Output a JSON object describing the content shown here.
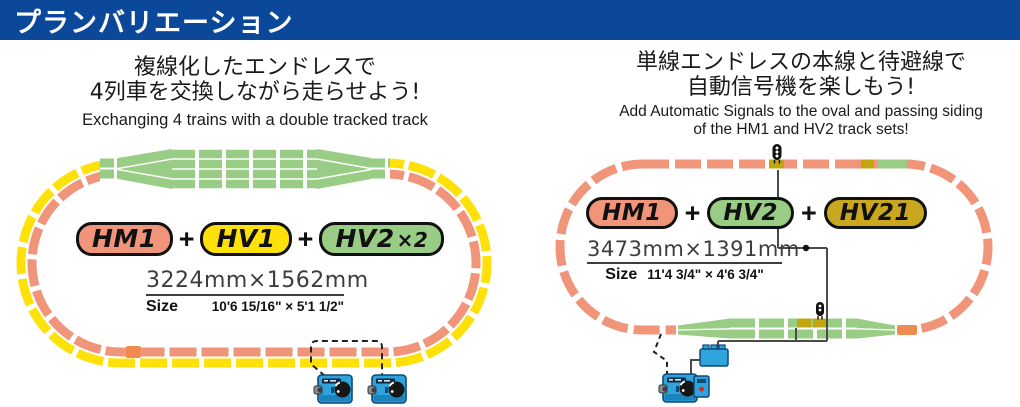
{
  "header": {
    "title": "プランバリエーション"
  },
  "left_plan": {
    "title_jp_line1": "複線化したエンドレスで",
    "title_jp_line2": "4列車を交換しながら走らせよう!",
    "title_en": "Exchanging 4 trains with a double tracked track",
    "plus": "+",
    "badges": [
      {
        "label": "HM1",
        "color": "#F0947A"
      },
      {
        "label": "HV1",
        "color": "#FFE10A"
      },
      {
        "label": "HV2",
        "color": "#99CC84",
        "multiplier": "×2"
      }
    ],
    "size_mm": "3224mm×1562mm",
    "size_label": "Size",
    "size_imperial": "10'6 15/16\" × 5'1 1/2\""
  },
  "right_plan": {
    "title_jp_line1": "単線エンドレスの本線と待避線で",
    "title_jp_line2": "自動信号機を楽しもう!",
    "title_en_line1": "Add Automatic Signals to the oval and passing siding",
    "title_en_line2": "of the HM1 and HV2 track sets!",
    "plus": "+",
    "badges": [
      {
        "label": "HM1",
        "color": "#F0947A"
      },
      {
        "label": "HV2",
        "color": "#99CC84"
      },
      {
        "label": "HV21",
        "color": "#C9A81F"
      }
    ],
    "size_mm": "3473mm×1391mm",
    "size_label": "Size",
    "size_imperial": "11'4 3/4\" × 4'6 3/4\""
  },
  "icons": {
    "signal": "signal-icon",
    "power_pack": "power-pack-icon",
    "relay_box": "relay-box-icon",
    "accessory_switch": "accessory-switch-icon"
  },
  "colors": {
    "header_bg": "#0C4899",
    "track_yellow": "#FFE10A",
    "track_salmon": "#F0947A",
    "track_green": "#99CC84",
    "track_signal_olive": "#C2A60E",
    "feeder_orange": "#F08B50",
    "power_pack_blue": "#2FA3DC",
    "badge_hm1": "#F0947A",
    "badge_hv1": "#FFE10A",
    "badge_hv2": "#99CC84",
    "badge_hv21": "#C9A81F"
  }
}
